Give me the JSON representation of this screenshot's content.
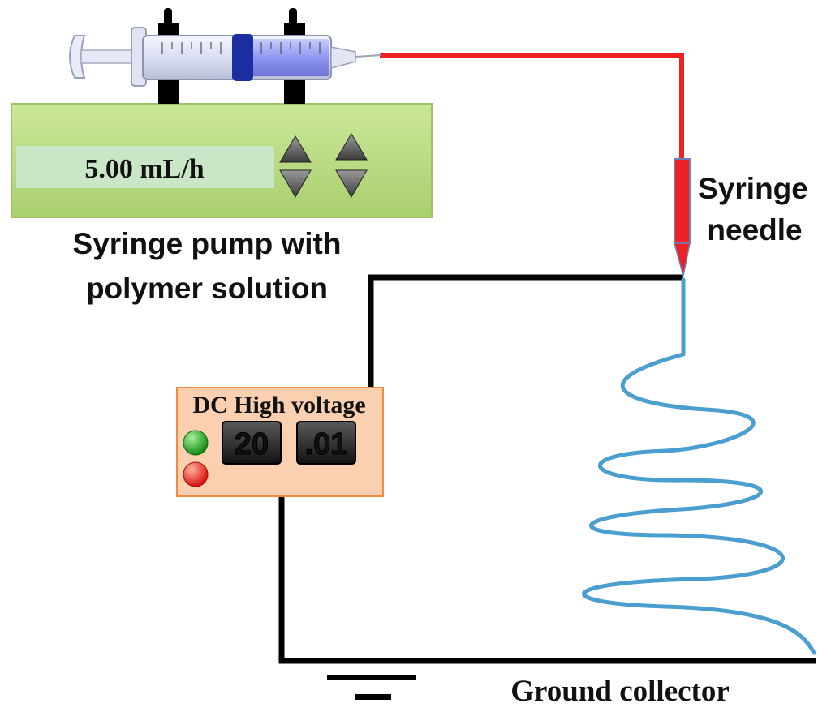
{
  "pump": {
    "rate": "5.00 mL/h",
    "label_line1": "Syringe pump with",
    "label_line2": "polymer solution"
  },
  "needle": {
    "label_line1": "Syringe",
    "label_line2": "needle"
  },
  "power_supply": {
    "title": "DC High voltage",
    "digit_major": "20",
    "digit_minor": ".01",
    "indicators": [
      "green",
      "red"
    ]
  },
  "collector": {
    "label": "Ground collector"
  },
  "colors": {
    "feed_line": "#ee2222",
    "wire": "#000000",
    "fiber_jet": "#4a9fd0",
    "pump_body": "#b9dc82",
    "power_supply_body": "#fbd0b0",
    "power_supply_border": "#f08c3c"
  },
  "icons": [
    "syringe-icon",
    "arrow-up-icon",
    "arrow-down-icon",
    "ground-symbol-icon",
    "indicator-light-icon"
  ]
}
